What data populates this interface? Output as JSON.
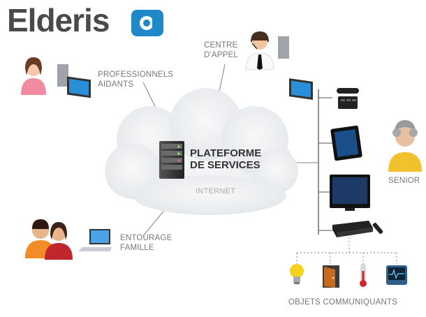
{
  "logo": {
    "text": "Elderis"
  },
  "nodes": {
    "professionnels": {
      "line1": "PROFESSIONNELS",
      "line2": "AIDANTS"
    },
    "centre": {
      "line1": "CENTRE",
      "line2": "D'APPEL"
    },
    "plateforme": {
      "line1": "PLATEFORME",
      "line2": "DE SERVICES"
    },
    "internet": "INTERNET",
    "entourage": {
      "line1": "ENTOURAGE",
      "line2": "FAMILLE"
    },
    "senior": "SENIOR",
    "objets": "OBJETS COMMUNIQUANTS"
  },
  "colors": {
    "brand_blue": "#1e88c8",
    "text_gray": "#777777",
    "cloud": "#eef0f2",
    "connector": "#888888"
  },
  "icons": [
    "person-female-icon",
    "computer-icon",
    "call-center-agent-icon",
    "server-icon",
    "family-icon",
    "laptop-icon",
    "phone-icon",
    "tablet-icon",
    "tv-icon",
    "set-top-box-icon",
    "remote-control-icon",
    "senior-person-icon",
    "light-bulb-icon",
    "door-icon",
    "thermometer-icon",
    "medical-monitor-icon"
  ]
}
